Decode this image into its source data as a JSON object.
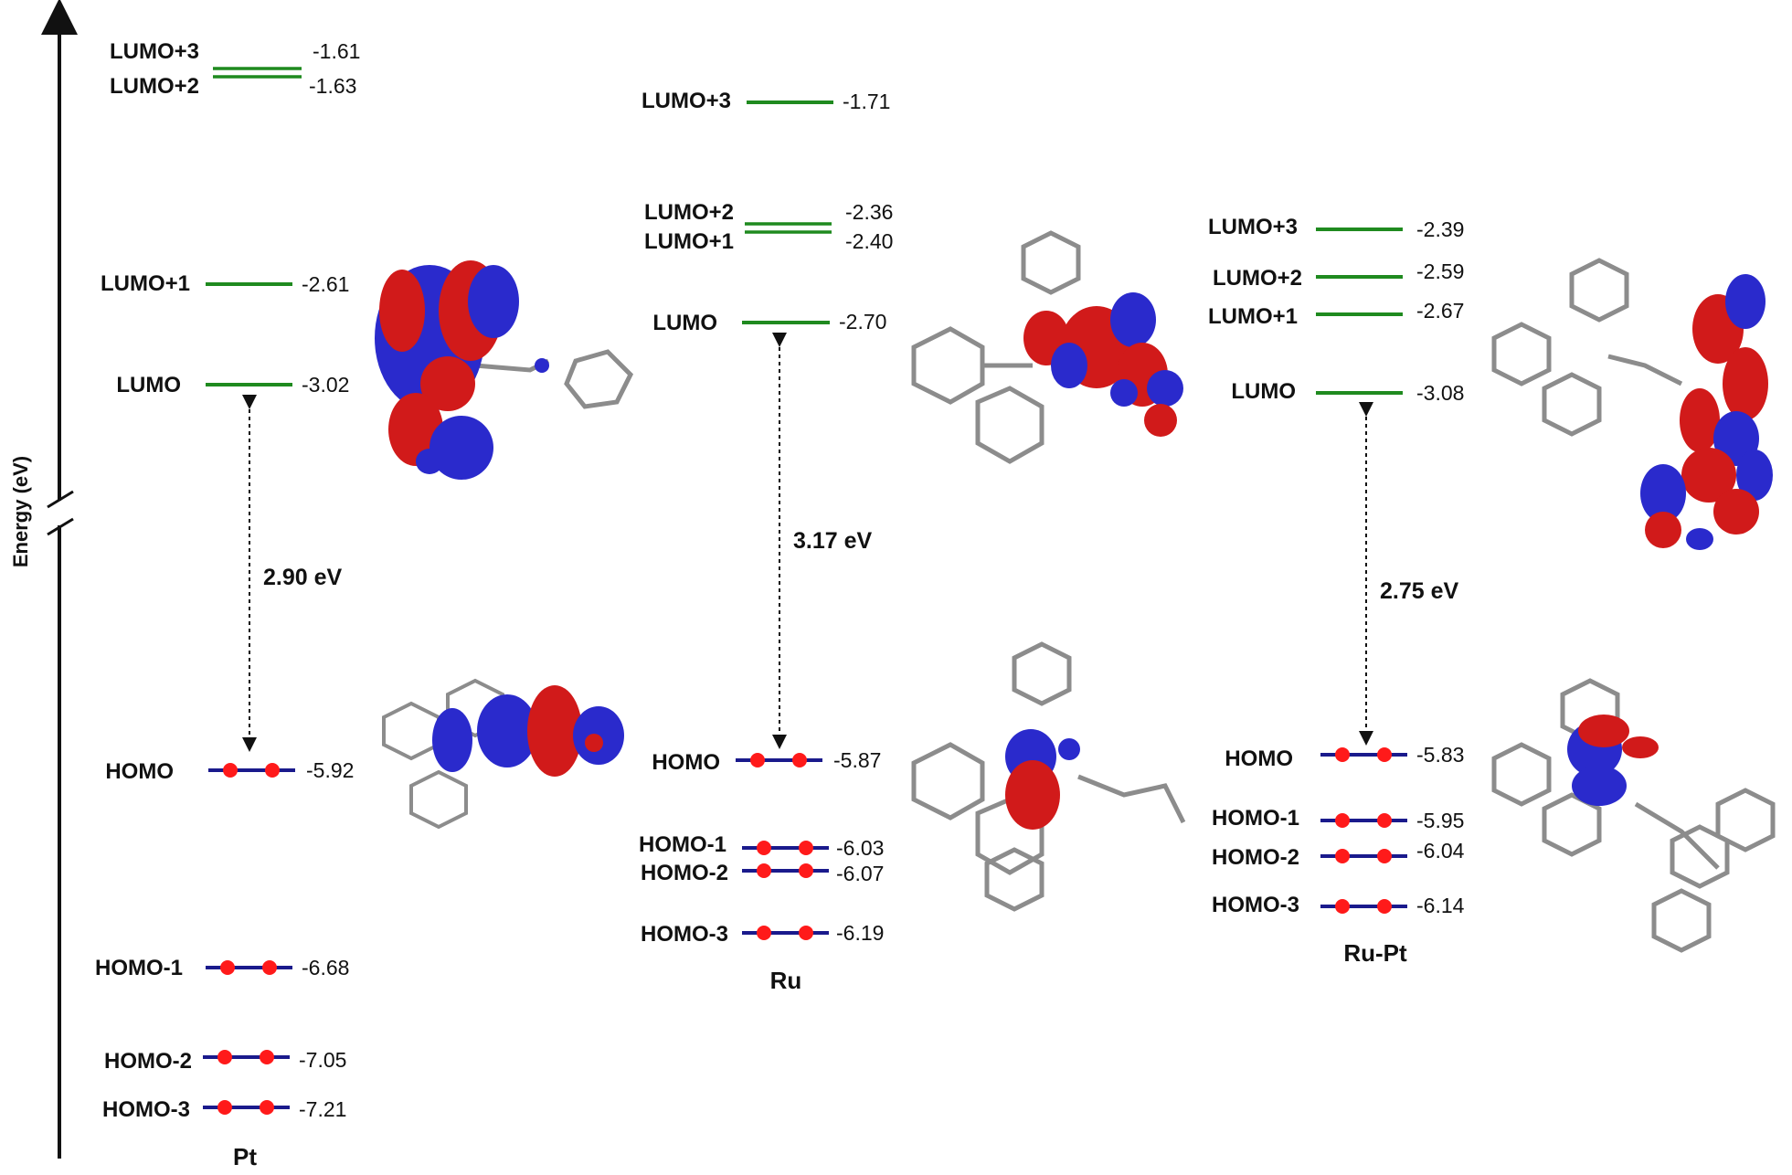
{
  "axis": {
    "label": "Energy (eV)"
  },
  "colors": {
    "lumo": "#1f8a1f",
    "homo": "#1a1a8c",
    "electron": "#ff1a1a",
    "orbital_pos": "#d11a1a",
    "orbital_neg": "#2a2acc",
    "bond": "#8c8c8c"
  },
  "complexes": [
    {
      "name": "Pt",
      "gap": "2.90 eV",
      "levels": [
        {
          "label": "LUMO+3",
          "value": "-1.61",
          "type": "lumo"
        },
        {
          "label": "LUMO+2",
          "value": "-1.63",
          "type": "lumo"
        },
        {
          "label": "LUMO+1",
          "value": "-2.61",
          "type": "lumo"
        },
        {
          "label": "LUMO",
          "value": "-3.02",
          "type": "lumo"
        },
        {
          "label": "HOMO",
          "value": "-5.92",
          "type": "homo"
        },
        {
          "label": "HOMO-1",
          "value": "-6.68",
          "type": "homo"
        },
        {
          "label": "HOMO-2",
          "value": "-7.05",
          "type": "homo"
        },
        {
          "label": "HOMO-3",
          "value": "-7.21",
          "type": "homo"
        }
      ]
    },
    {
      "name": "Ru",
      "gap": "3.17 eV",
      "levels": [
        {
          "label": "LUMO+3",
          "value": "-1.71",
          "type": "lumo"
        },
        {
          "label": "LUMO+2",
          "value": "-2.36",
          "type": "lumo"
        },
        {
          "label": "LUMO+1",
          "value": "-2.40",
          "type": "lumo"
        },
        {
          "label": "LUMO",
          "value": "-2.70",
          "type": "lumo"
        },
        {
          "label": "HOMO",
          "value": "-5.87",
          "type": "homo"
        },
        {
          "label": "HOMO-1",
          "value": "-6.03",
          "type": "homo"
        },
        {
          "label": "HOMO-2",
          "value": "-6.07",
          "type": "homo"
        },
        {
          "label": "HOMO-3",
          "value": "-6.19",
          "type": "homo"
        }
      ]
    },
    {
      "name": "Ru-Pt",
      "gap": "2.75 eV",
      "levels": [
        {
          "label": "LUMO+3",
          "value": "-2.39",
          "type": "lumo"
        },
        {
          "label": "LUMO+2",
          "value": "-2.59",
          "type": "lumo"
        },
        {
          "label": "LUMO+1",
          "value": "-2.67",
          "type": "lumo"
        },
        {
          "label": "LUMO",
          "value": "-3.08",
          "type": "lumo"
        },
        {
          "label": "HOMO",
          "value": "-5.83",
          "type": "homo"
        },
        {
          "label": "HOMO-1",
          "value": "-5.95",
          "type": "homo"
        },
        {
          "label": "HOMO-2",
          "value": "-6.04",
          "type": "homo"
        },
        {
          "label": "HOMO-3",
          "value": "-6.14",
          "type": "homo"
        }
      ]
    }
  ]
}
